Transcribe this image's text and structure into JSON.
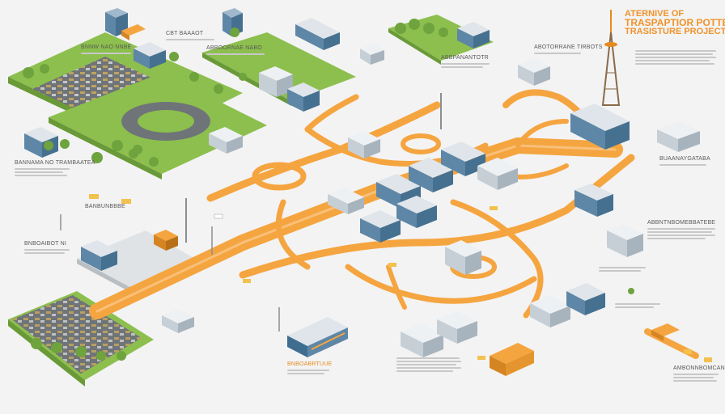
{
  "title": {
    "line1": "ATERNIVE OF",
    "line2": "TRASPAPTIOR POTTECTC",
    "line3": "TRASISTURE PROJECTS"
  },
  "labels": {
    "top_center": "CBT BAAAOT",
    "left_upper": "BNNW NAO NNBE",
    "mid_top": "ABBOORNAE NABO",
    "top_right_center": "ABBPANANTOTR",
    "right_upper": "ABOTORRANE TIRBOTS",
    "left_mid": "BANNAMA NO TRAMBAATEA",
    "right_mid": "BUAANAYGATABA",
    "left_lower": "BANBUNBBBE",
    "left_bottom": "BNBOAIBOT NI",
    "right_lower": "ABBNTNBOMEBBATEBE",
    "bottom_center": "BNBOABRTUUE",
    "bottom_right": "AMBONNBOMCANEE"
  },
  "colors": {
    "road_orange": "#f5a540",
    "road_orange_dark": "#e58a22",
    "grass": "#8cbf4e",
    "asphalt": "#6f7478",
    "building_blue": "#5e86a6",
    "building_light": "#dfe5ea",
    "title_orange": "#f0932b"
  }
}
